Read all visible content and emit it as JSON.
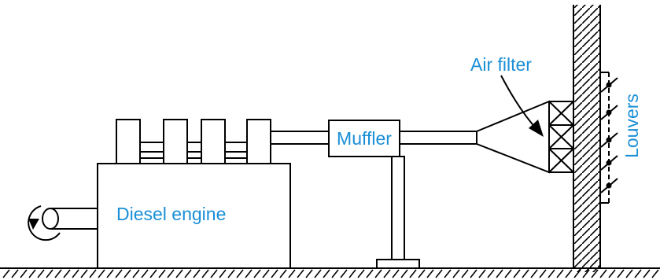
{
  "labels": {
    "engine": "Diesel engine",
    "muffler": "Muffler",
    "air_filter": "Air filter",
    "louvers": "Louvers"
  },
  "colors": {
    "label": "#1a8fd6",
    "line": "#000000",
    "background": "#ffffff"
  }
}
